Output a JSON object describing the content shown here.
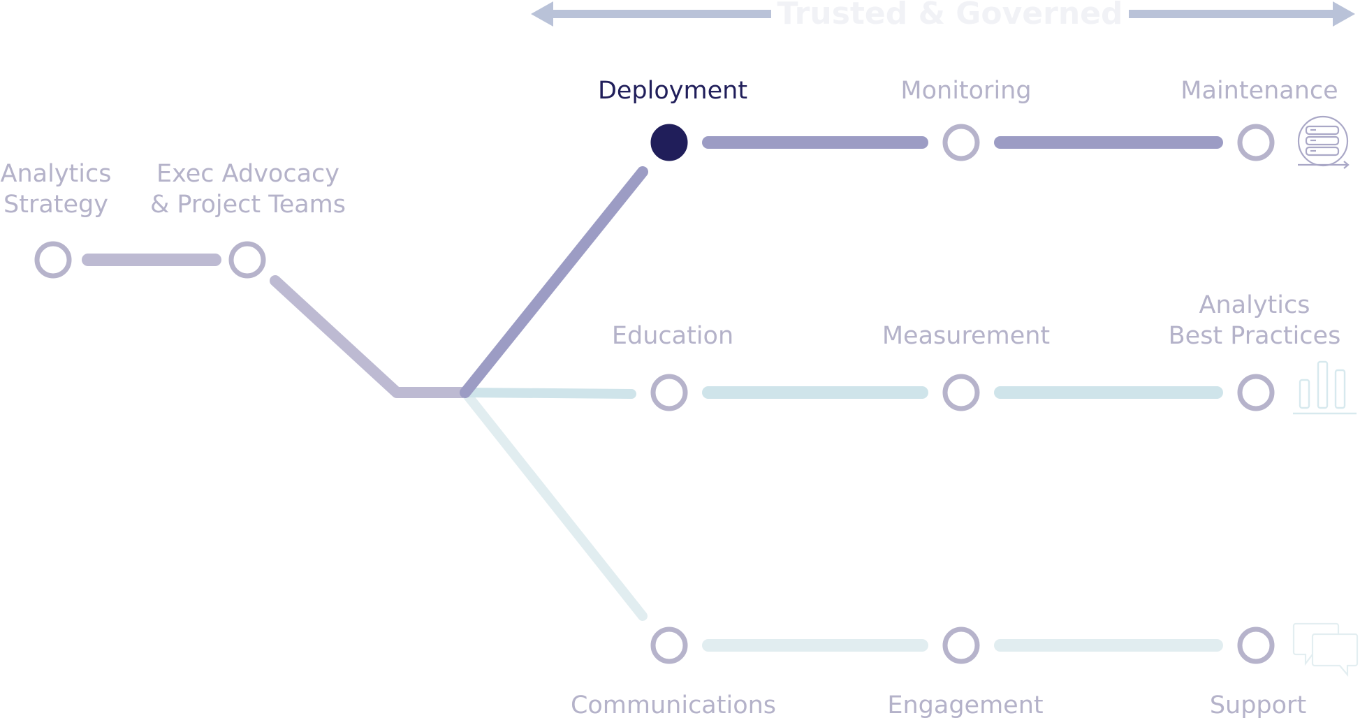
{
  "banner": {
    "label": "Trusted & Governed"
  },
  "colors": {
    "active": "#201e5a",
    "node": "#b6b3cb",
    "label": "#b4b2c9",
    "banner_text": "#f1f2f6",
    "banner_arrow": "#b9c2d8",
    "path_grey": "#bdbad2",
    "path_top": "#9c9cc4",
    "path_mid": "#cfe4ea",
    "path_bottom": "#e1edf0",
    "icon_top": "#a9a7c6",
    "icon_mid": "#d7e9ee",
    "icon_bottom": "#e3eef1"
  },
  "stages": {
    "analytics_strategy": "Analytics\nStrategy",
    "exec_advocacy": "Exec Advocacy\n& Project Teams"
  },
  "tracks": {
    "top": {
      "nodes": [
        "Deployment",
        "Monitoring",
        "Maintenance"
      ],
      "active_index": 0,
      "icon": "server-stack-icon"
    },
    "middle": {
      "nodes": [
        "Education",
        "Measurement",
        "Analytics\nBest Practices"
      ],
      "icon": "bar-chart-icon"
    },
    "bottom": {
      "nodes": [
        "Communications",
        "Engagement",
        "Support"
      ],
      "icon": "chat-bubbles-icon"
    }
  }
}
